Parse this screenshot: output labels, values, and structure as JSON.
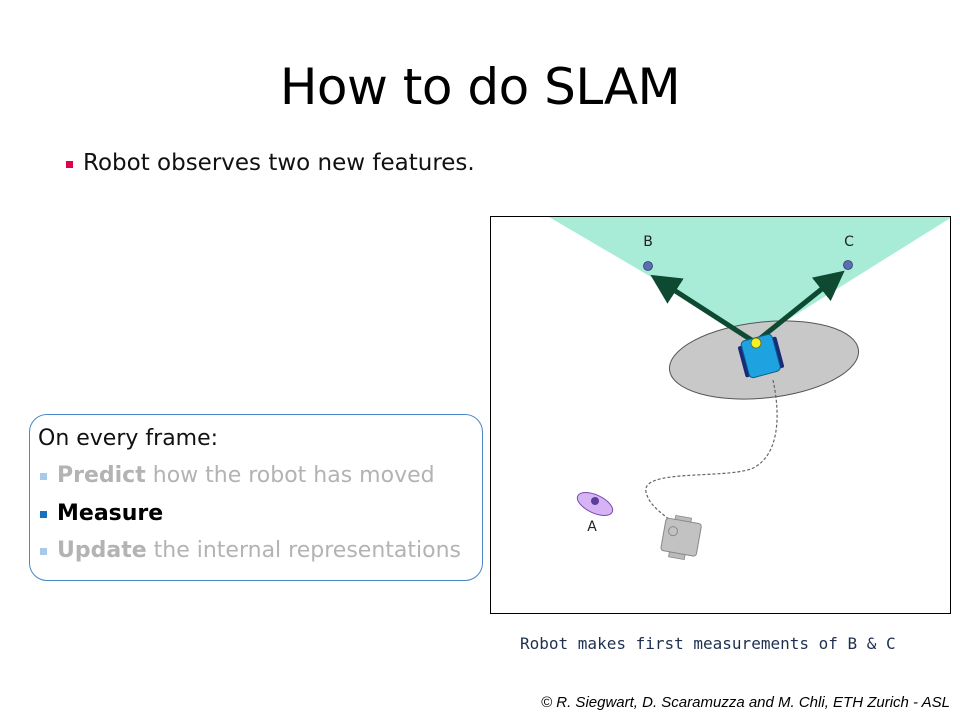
{
  "slide": {
    "title": "How to do SLAM",
    "bullet": "Robot observes two new features."
  },
  "steps_box": {
    "heading": "On every frame:",
    "steps": [
      {
        "bold": "Predict",
        "rest": "how the robot has moved",
        "state": "dim"
      },
      {
        "bold": "Measure",
        "rest": "",
        "state": "active"
      },
      {
        "bold": "Update",
        "rest": "the internal representations",
        "state": "dim"
      }
    ]
  },
  "figure": {
    "landmarks": {
      "a": "A",
      "b": "B",
      "c": "C"
    },
    "caption": "Robot makes first measurements of B & C",
    "colors": {
      "field_of_view": "#a8ecd8",
      "uncertainty": "#c8c8c8",
      "robot": "#1fa3e0",
      "arrow": "#0e4a32",
      "landmark_a_ellipse": "#d6b3f5"
    }
  },
  "credit": "© R. Siegwart, D. Scaramuzza and M. Chli, ETH Zurich - ASL"
}
